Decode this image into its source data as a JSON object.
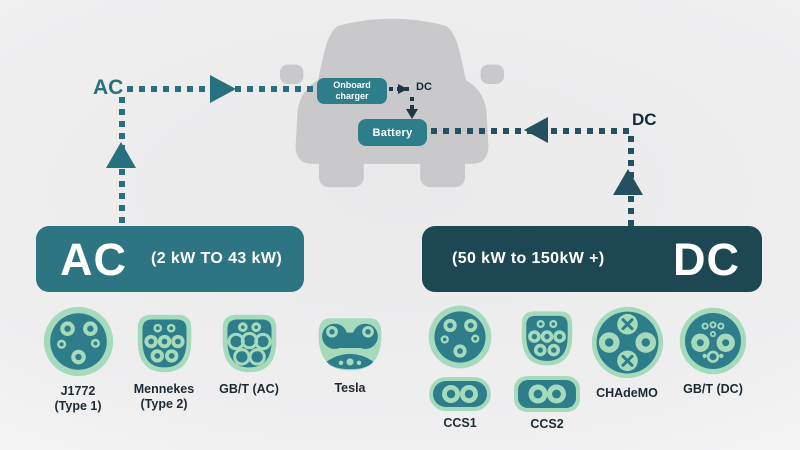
{
  "flow": {
    "ac_source_label": "AC",
    "dc_source_label": "DC",
    "onboard_charger_label": "Onboard charger",
    "battery_label": "Battery",
    "dc_internal_label": "DC"
  },
  "banners": {
    "ac_title": "AC",
    "ac_range": "(2 kW TO 43 kW)",
    "dc_title": "DC",
    "dc_range": "(50 kW to 150kW +)"
  },
  "connectors": [
    {
      "name": "J1772",
      "sub": "(Type 1)"
    },
    {
      "name": "Mennekes",
      "sub": "(Type 2)"
    },
    {
      "name": "GB/T (AC)",
      "sub": ""
    },
    {
      "name": "Tesla",
      "sub": ""
    },
    {
      "name": "CCS1",
      "sub": ""
    },
    {
      "name": "CCS2",
      "sub": ""
    },
    {
      "name": "CHAdeMO",
      "sub": ""
    },
    {
      "name": "GB/T (DC)",
      "sub": ""
    }
  ],
  "colors": {
    "teal": "#2e7d8a",
    "banner_ac": "#2e7584",
    "banner_dc": "#1d4753",
    "light_green": "#a6dabc",
    "arrow_ac": "#27707f",
    "arrow_dc": "#25505f",
    "text_dark": "#16303c",
    "car_gray": "#c9c9cb"
  }
}
